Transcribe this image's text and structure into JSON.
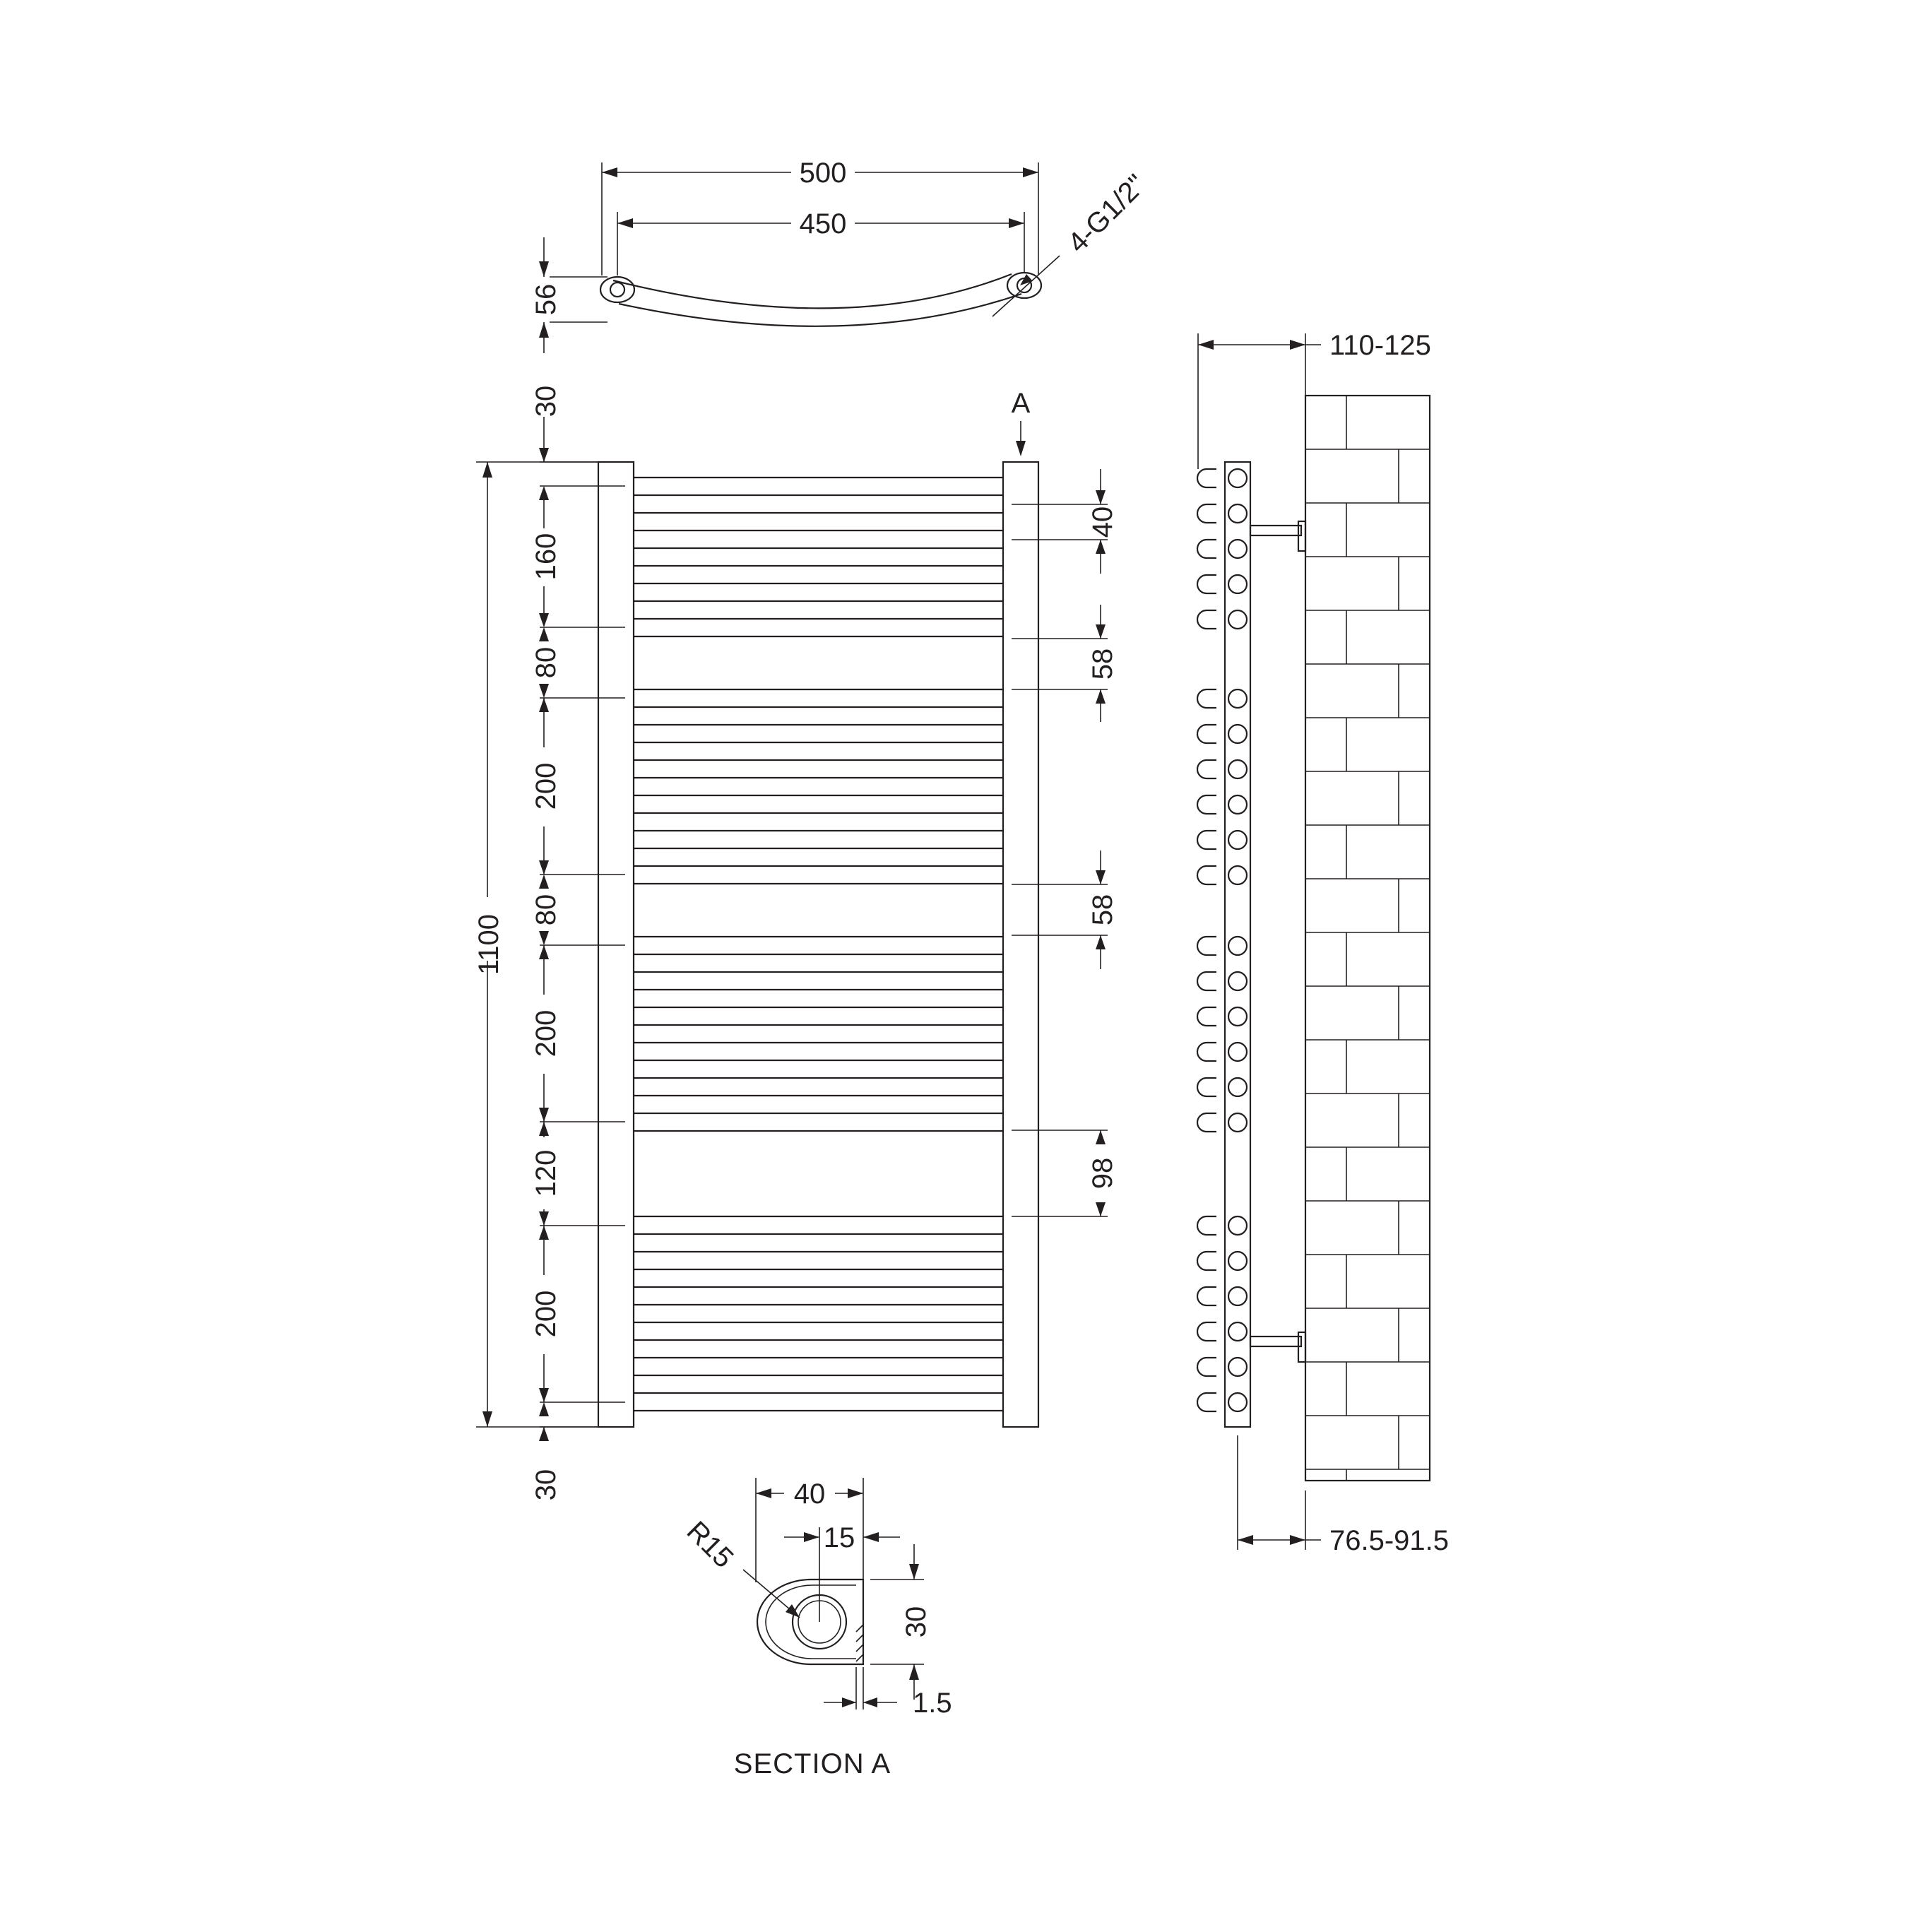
{
  "drawing": {
    "top_view": {
      "overall_width": "500",
      "pipe_centers": "450",
      "connection": "4-G1/2\"",
      "depth": "56"
    },
    "front_view": {
      "overall_height": "1100",
      "left_dims": [
        "30",
        "160",
        "80",
        "200",
        "80",
        "200",
        "120",
        "200",
        "30"
      ],
      "right_dims": [
        "40",
        "58",
        "58",
        "98"
      ],
      "section_marker": "A"
    },
    "side_view": {
      "wall_clearance": "110-125",
      "bracket_projection": "76.5-91.5"
    },
    "section_a": {
      "title": "SECTION A",
      "width": "40",
      "inner": "15",
      "radius": "R15",
      "height": "30",
      "wall": "1.5"
    }
  }
}
